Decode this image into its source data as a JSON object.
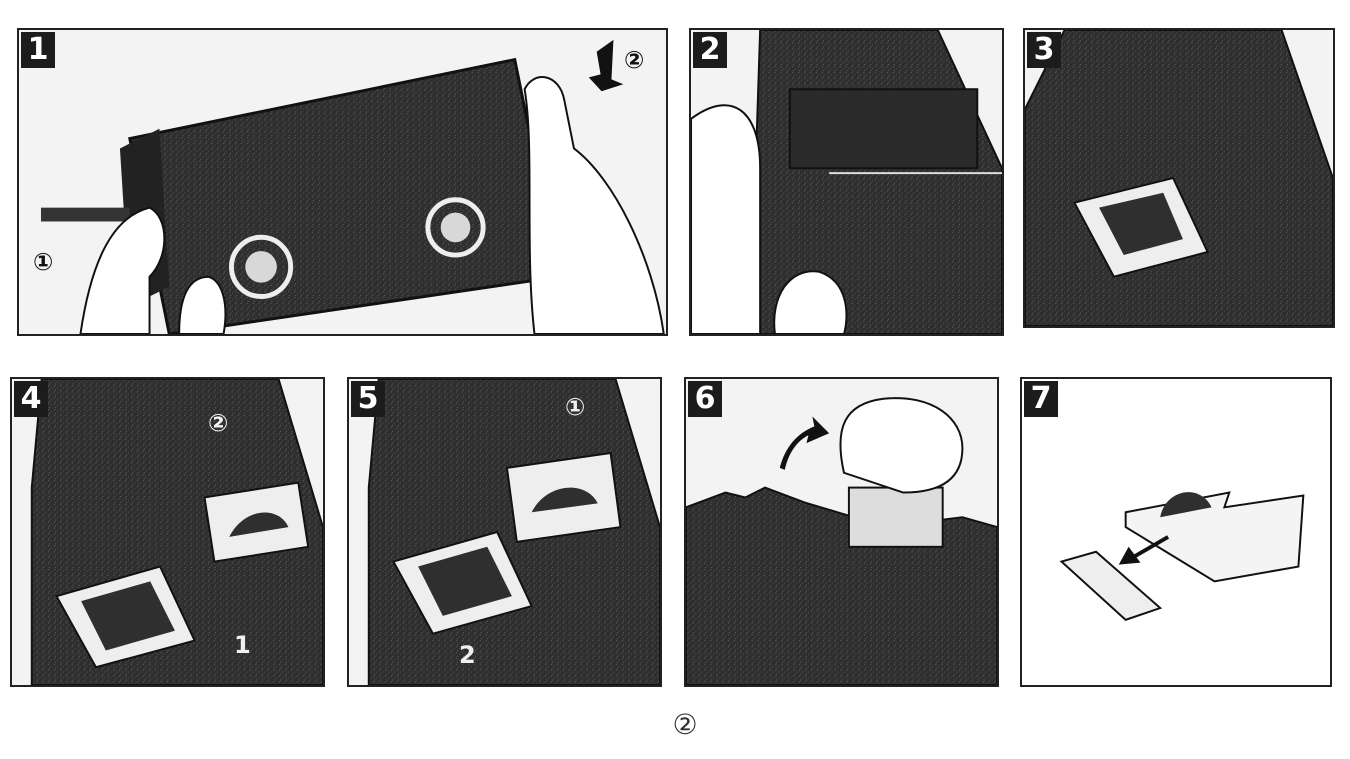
{
  "panels": [
    {
      "step": "1",
      "callouts": [
        "①",
        "②"
      ]
    },
    {
      "step": "2",
      "callouts": []
    },
    {
      "step": "3",
      "callouts": []
    },
    {
      "step": "4",
      "callouts": [
        "②",
        "1"
      ]
    },
    {
      "step": "5",
      "callouts": [
        "①",
        "2"
      ]
    },
    {
      "step": "6",
      "callouts": []
    },
    {
      "step": "7",
      "callouts": []
    }
  ],
  "page_number": "②",
  "colors": {
    "ink": "#1c1c1c",
    "paper": "#ffffff",
    "dark_fill": "#3a3a3a"
  }
}
